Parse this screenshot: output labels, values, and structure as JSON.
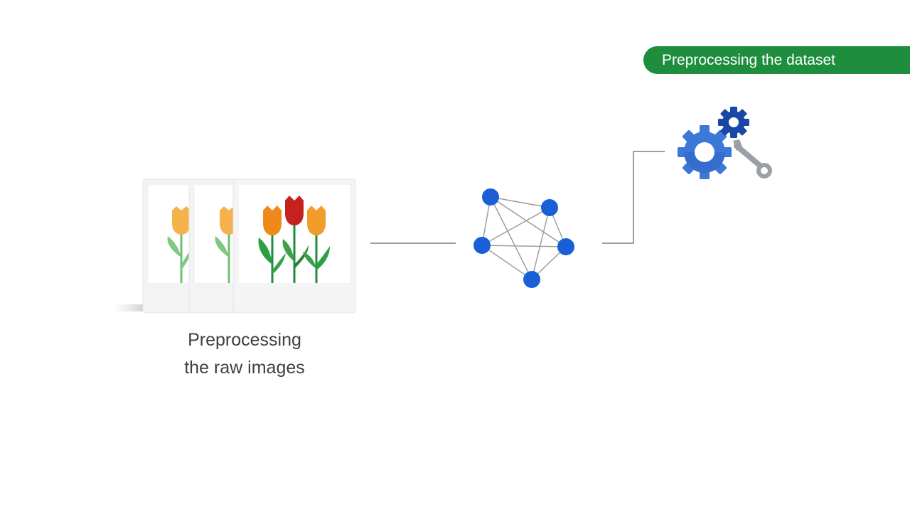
{
  "badge": {
    "label": "Preprocessing the dataset"
  },
  "caption": {
    "line1": "Preprocessing",
    "line2": "the raw images"
  },
  "icons": {
    "images": "flower-image-stack-icon",
    "network": "neural-network-icon",
    "tools": "gears-wrench-icon"
  },
  "colors": {
    "badge_green": "#1e8e3e",
    "network_blue": "#1a5fd6",
    "gear_blue": "#3c78d8",
    "gear_dark_blue": "#1a46a8",
    "wrench_gray": "#9aa0a6",
    "connector_gray": "#7f7f7f"
  }
}
